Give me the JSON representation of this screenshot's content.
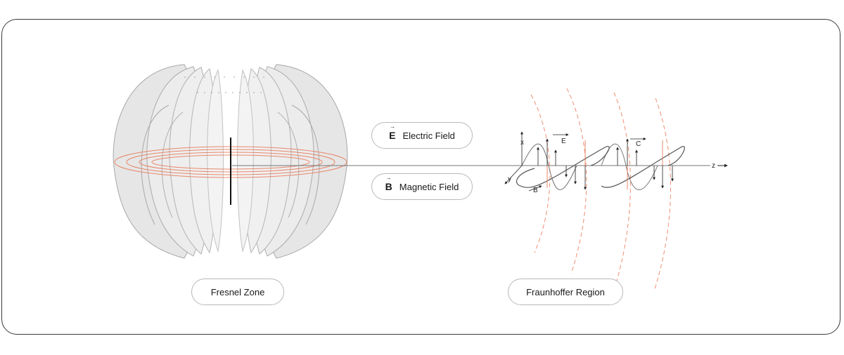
{
  "legend": {
    "electric": {
      "symbol": "E",
      "label": "Electric Field"
    },
    "magnetic": {
      "symbol": "B",
      "label": "Magnetic Field"
    }
  },
  "zones": {
    "near": "Fresnel Zone",
    "far": "Fraunhoffer Region"
  },
  "wave_labels": {
    "x_axis": "x",
    "y_axis": "y",
    "z_axis": "z",
    "e_vector": "E",
    "b_vector": "B",
    "c_vector": "C"
  },
  "colors": {
    "frame": "#3a3a3a",
    "lobe_fill": "#e6e6e6",
    "lobe_stroke": "#a8a8a8",
    "ring": "#e8876a",
    "wavefront": "#ef8f72",
    "antenna": "#111111"
  }
}
